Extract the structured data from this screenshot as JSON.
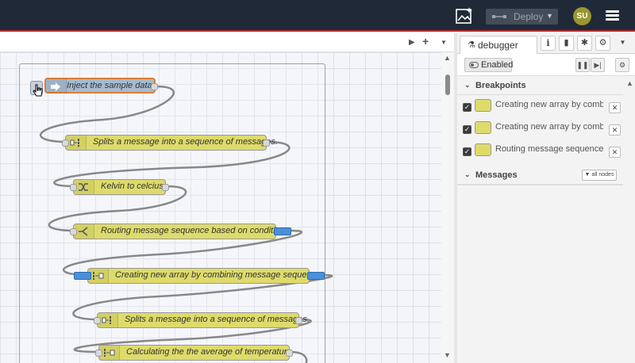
{
  "header": {
    "deploy_label": "Deploy",
    "avatar_initials": "SU",
    "accent_color": "#b82c2c",
    "icons": [
      "image-icon",
      "deploy-icon",
      "caret-down-icon",
      "hamburger-menu-icon"
    ]
  },
  "workspace": {
    "tab_controls": [
      "arrow-right-icon",
      "plus-icon",
      "caret-down-icon"
    ],
    "nodes": [
      {
        "label": "Inject the sample data",
        "type": "inject"
      },
      {
        "label": "Splits a message into a sequence of messages.",
        "type": "split"
      },
      {
        "label": "Kelvin to celcius",
        "type": "change"
      },
      {
        "label": "Routing message sequence based on condition",
        "type": "switch"
      },
      {
        "label": "Creating new array by combining message sequence",
        "type": "join"
      },
      {
        "label": "Splits a message into a sequence of messages.",
        "type": "split"
      },
      {
        "label": "Calculating the the average of temperature",
        "type": "reduce"
      }
    ]
  },
  "sidebar": {
    "active_tab": "debugger",
    "tab_icons": [
      "info-icon",
      "book-icon",
      "bug-icon",
      "gear-icon",
      "caret-down-icon"
    ],
    "enabled_label": "Enabled",
    "breakpoints_title": "Breakpoints",
    "breakpoints": [
      {
        "text": "Creating new array by combining message sequence",
        "checked": true
      },
      {
        "text": "Creating new array by combining message sequence",
        "checked": true
      },
      {
        "text": "Routing message sequence based on condition",
        "checked": true
      }
    ],
    "messages_title": "Messages",
    "all_nodes_label": "all nodes"
  }
}
